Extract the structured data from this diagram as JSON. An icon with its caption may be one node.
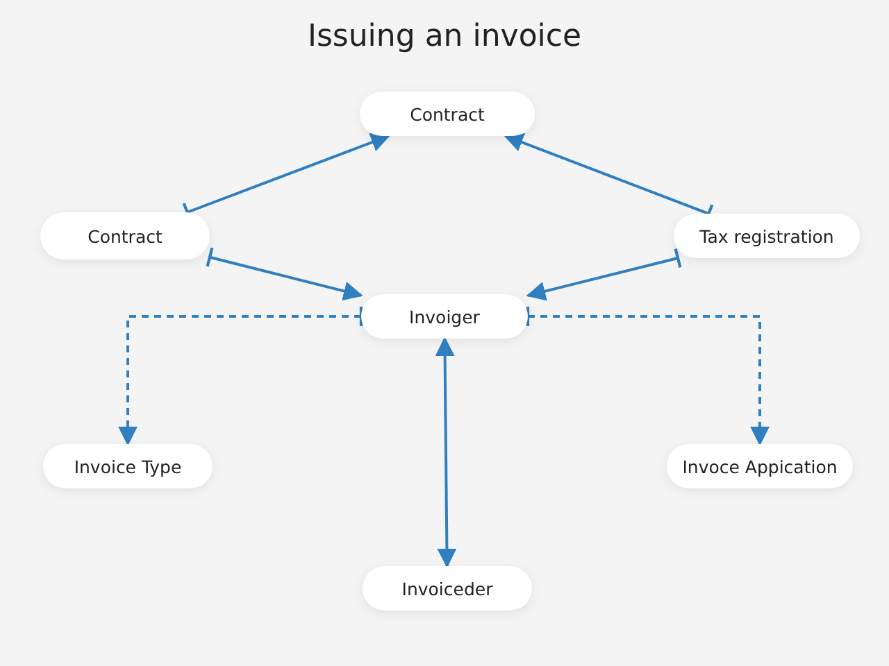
{
  "diagram": {
    "title": "Issuing an invoice",
    "nodes": [
      {
        "text": [
          "Contract"
        ]
      },
      {
        "text": [
          "Contract"
        ]
      },
      {
        "text": [
          "Tax registration"
        ]
      },
      {
        "text": [
          "Invoiger"
        ]
      },
      {
        "text": [
          "Invoice Type"
        ]
      },
      {
        "text": [
          "Invoce Appication"
        ]
      },
      {
        "text": [
          "Invoiceder"
        ]
      }
    ],
    "edges": [
      {
        "from": 1,
        "to": 0,
        "arrow": "to"
      },
      {
        "from": 2,
        "to": 0,
        "arrow": "to"
      },
      {
        "from": 1,
        "to": 3,
        "arrow": "to"
      },
      {
        "from": 2,
        "to": 3,
        "arrow": "to"
      },
      {
        "from": 3,
        "to": 4,
        "arrow": "to",
        "style": "dashed"
      },
      {
        "from": 3,
        "to": 5,
        "arrow": "to",
        "style": "dashed"
      },
      {
        "from": 3,
        "to": 6,
        "arrow": "both"
      }
    ]
  }
}
